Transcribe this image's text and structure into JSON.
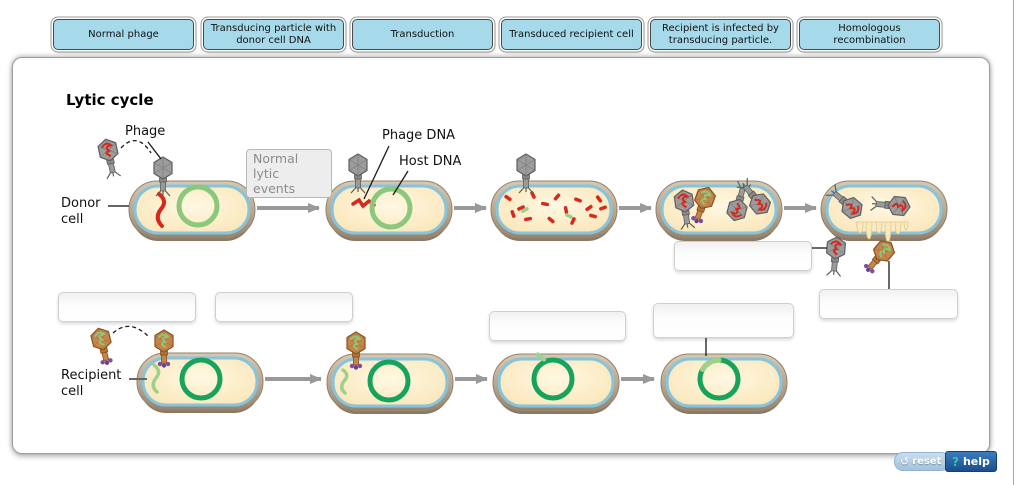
{
  "drag_labels": [
    "Normal phage",
    "Transducing particle with donor cell DNA",
    "Transduction",
    "Transduced recipient cell",
    "Recipient is infected by transducing particle.",
    "Homologous recombination"
  ],
  "diagram": {
    "title": "Lytic cycle",
    "phage_label": "Phage",
    "normal_lytic_events_label": "Normal lytic events",
    "phage_dna_label": "Phage DNA",
    "host_dna_label": "Host DNA",
    "donor_cell_label": "Donor cell",
    "recipient_cell_label": "Recipient cell"
  },
  "footer": {
    "reset_label": "reset",
    "reset_icon": "↺",
    "help_label": "help",
    "help_icon": "?"
  },
  "colors": {
    "chip_blue": "#a6d9ea",
    "cell_outer_tan": "#b7a68e",
    "cell_interior_cream": "#fbeac2",
    "membrane_blue": "#87c4dc",
    "phage_dna_red": "#d8281c",
    "donor_dna_light_green": "#8cc87c",
    "recipient_dna_green": "#17a35c",
    "phage_gray": "#9c9c9c",
    "phage_orange": "#c5854a",
    "phage_fiber_purple": "#7a4fa0",
    "help_button_blue": "#1b4f8c",
    "reset_button_blue": "#a2c2dc"
  }
}
